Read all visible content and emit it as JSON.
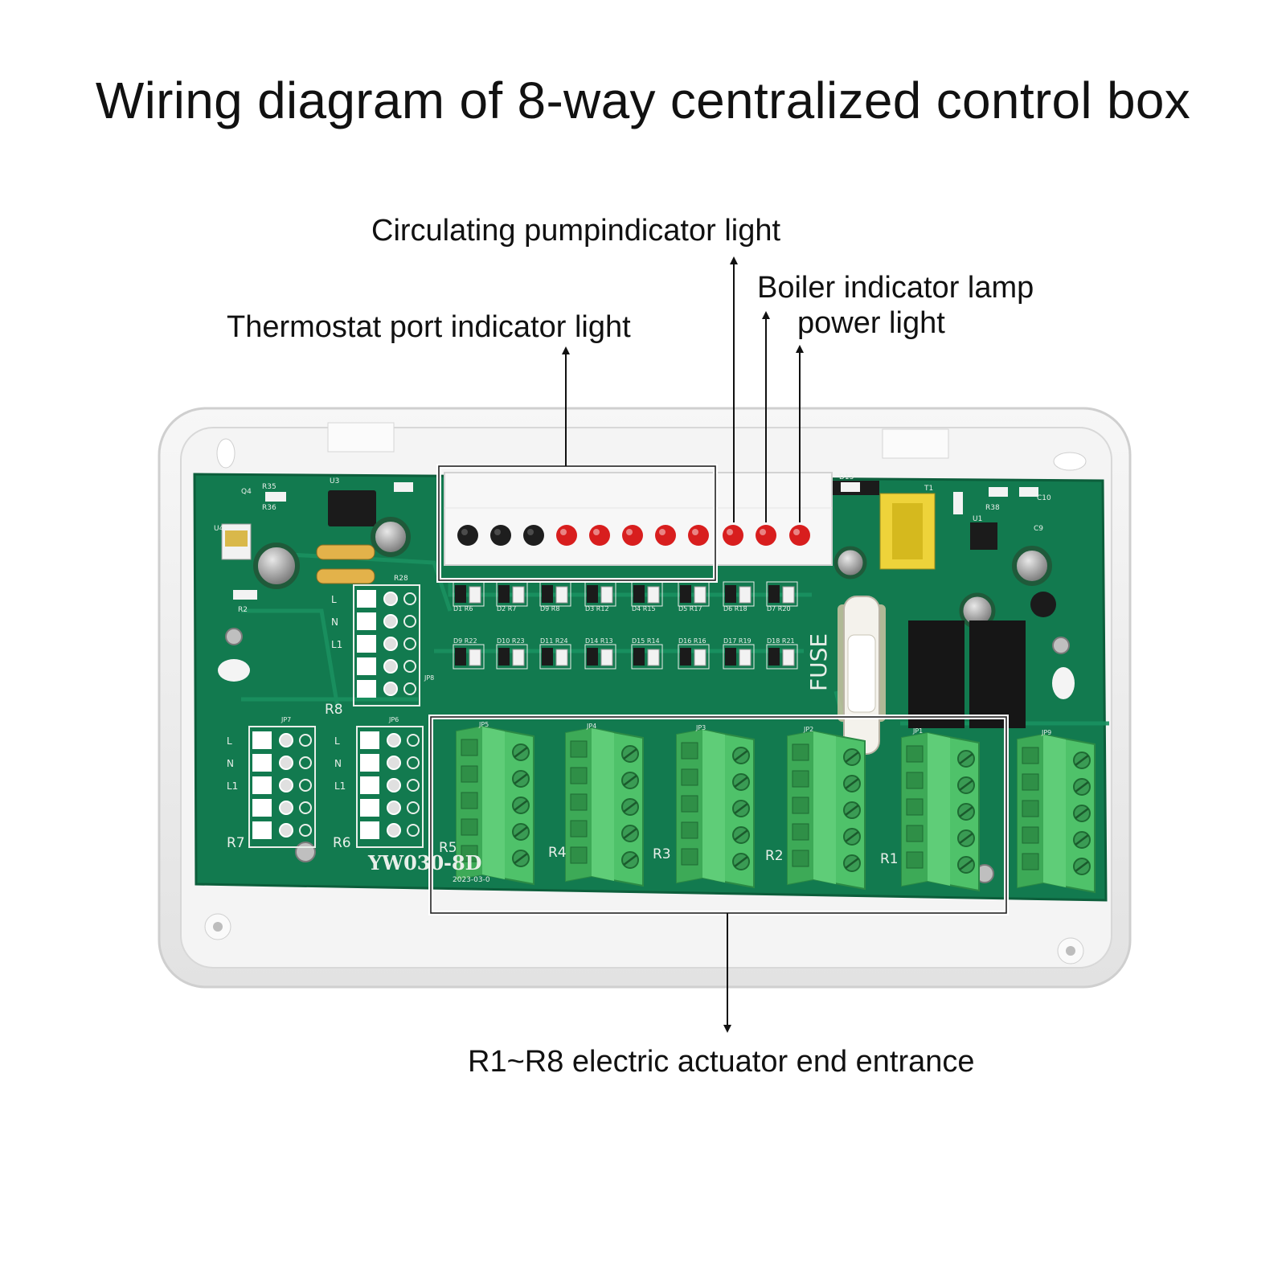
{
  "title": "Wiring diagram of 8-way centralized control box",
  "callouts": {
    "thermostat": "Thermostat port indicator light",
    "pump": "Circulating pumpindicator light",
    "boiler": "Boiler indicator lamp",
    "power": "power light",
    "actuator": "R1~R8 electric actuator end entrance"
  },
  "board": {
    "model": "YW030",
    "model_suffix": "-8D",
    "date": "2023-03-0",
    "fuse_label": "FUSE",
    "port_labels": [
      "R8",
      "R7",
      "R6",
      "R5",
      "R4",
      "R3",
      "R2",
      "R1"
    ],
    "terminal_pin_labels": [
      "L",
      "N",
      "L1"
    ],
    "jumper_labels": [
      "JP8",
      "JP7",
      "JP6",
      "JP5",
      "JP4",
      "JP3",
      "JP2",
      "JP1",
      "JP9"
    ],
    "component_labels": [
      "U3",
      "U4",
      "R2",
      "R35",
      "R36",
      "Q4",
      "R28",
      "D13",
      "T1",
      "U1",
      "C9",
      "C10",
      "R38"
    ],
    "indicator_row_labels": [
      "D1 R6",
      "D2 R7",
      "D9 R8",
      "D3 R12",
      "D4 R15",
      "D5 R17",
      "D6 R18",
      "D7 R20"
    ],
    "resistor_row_labels": [
      "D9 R22",
      "D10 R23",
      "D11 R24",
      "D14 R13",
      "D15 R14",
      "D16 R16",
      "D17 R19",
      "D18 R21"
    ]
  },
  "indicator_leds": [
    {
      "state": "off"
    },
    {
      "state": "off"
    },
    {
      "state": "off"
    },
    {
      "state": "on"
    },
    {
      "state": "on"
    },
    {
      "state": "on"
    },
    {
      "state": "on"
    },
    {
      "state": "on"
    },
    {
      "state": "on"
    },
    {
      "state": "on"
    },
    {
      "state": "on"
    }
  ],
  "colors": {
    "pcb": "#127a4f",
    "terminal": "#4fc26a",
    "led_on": "#d81e1e",
    "led_off": "#1e1e1e",
    "case": "#f3f3f3"
  }
}
